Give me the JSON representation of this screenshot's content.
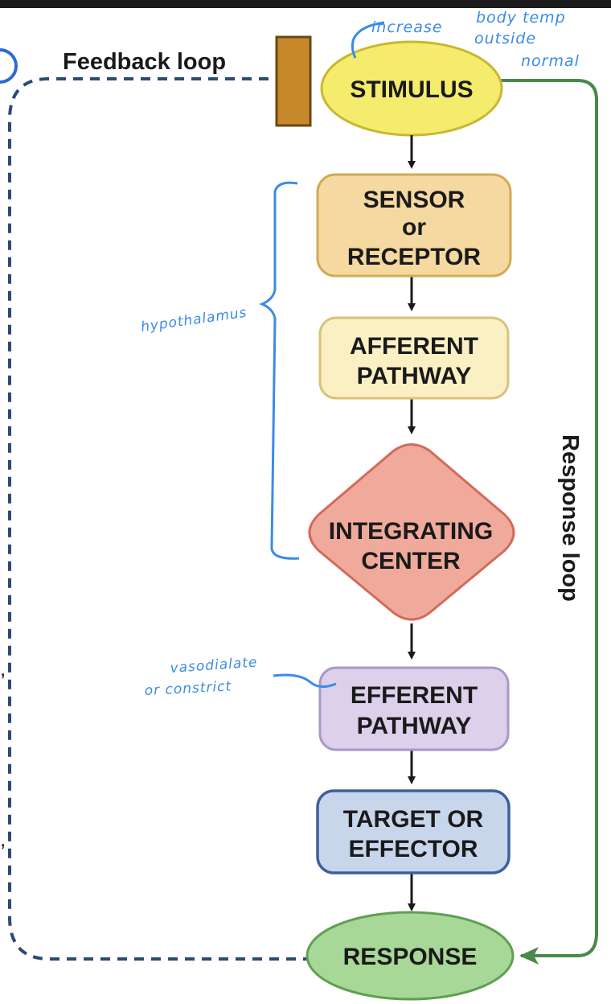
{
  "feedback_loop_label": "Feedback loop",
  "response_loop_label": "Response loop",
  "nodes": {
    "stimulus": "STIMULUS",
    "sensor": [
      "SENSOR",
      "or",
      "RECEPTOR"
    ],
    "afferent": [
      "AFFERENT",
      "PATHWAY"
    ],
    "integrating": [
      "INTEGRATING",
      "CENTER"
    ],
    "efferent": [
      "EFFERENT",
      "PATHWAY"
    ],
    "target": [
      "TARGET OR",
      "EFFECTOR"
    ],
    "response": "RESPONSE"
  },
  "annotations": {
    "stimulus_note": [
      "increase",
      "body temp",
      "outside",
      "normal"
    ],
    "bracket_note": "hypothalamus",
    "efferent_note": [
      "vasodialate",
      "or constrict"
    ]
  },
  "colors": {
    "stimulus_fill": "#f5ec6e",
    "stimulus_stroke": "#c8b830",
    "sensor_fill": "#f5d9a0",
    "sensor_stroke": "#d4a955",
    "afferent_fill": "#faf0c4",
    "afferent_stroke": "#d8c27a",
    "integrating_fill": "#efaa9c",
    "integrating_stroke": "#d46a5c",
    "efferent_fill": "#dcd0ea",
    "efferent_stroke": "#a898c8",
    "target_fill": "#c8d6ec",
    "target_stroke": "#3e5f9e",
    "response_fill": "#a8d898",
    "response_stroke": "#5ea050",
    "feedback_dash": "#2c4a78",
    "response_loop": "#4a8a48",
    "plug": "#c8892c",
    "annotation": "#3a8be8"
  }
}
